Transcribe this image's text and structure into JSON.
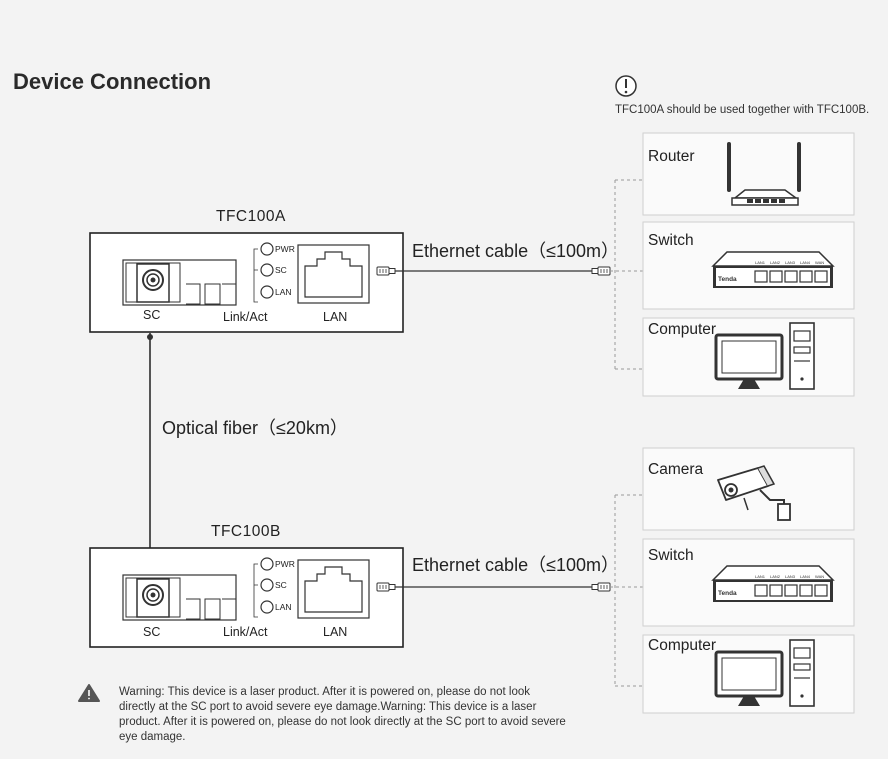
{
  "title": "Device Connection",
  "note": "TFC100A should be used together with TFC100B.",
  "devices": [
    {
      "name": "TFC100A",
      "ports": {
        "sc": "SC",
        "link": "Link/Act",
        "lan": "LAN"
      },
      "leds": [
        "PWR",
        "SC",
        "LAN"
      ],
      "cable": "Ethernet cable（≤100m）",
      "endpoints": [
        "Router",
        "Switch",
        "Computer"
      ]
    },
    {
      "name": "TFC100B",
      "ports": {
        "sc": "SC",
        "link": "Link/Act",
        "lan": "LAN"
      },
      "leds": [
        "PWR",
        "SC",
        "LAN"
      ],
      "cable": "Ethernet cable（≤100m）",
      "endpoints": [
        "Camera",
        "Switch",
        "Computer"
      ]
    }
  ],
  "fiber_label": "Optical fiber（≤20km）",
  "switch_brand": "Tenda",
  "switch_ports": [
    "LAN1",
    "LAN2",
    "LAN3",
    "LAN4",
    "WAN"
  ],
  "warning": "Warning: This device is a laser product. After it is powered on, please do not look directly at the SC port to avoid severe eye damage.Warning: This device is a laser product. After it is powered on, please do not look directly at the SC port to avoid severe eye damage.",
  "icons": [
    "info-icon",
    "warning-icon",
    "router-icon",
    "switch-icon",
    "computer-icon",
    "camera-icon",
    "rj45-plug-icon",
    "sc-port-icon",
    "lan-port-icon"
  ],
  "colors": {
    "background": "#f3f3f3",
    "line": "#222222",
    "card_border": "#cfcfcf",
    "dashed": "#9a9a9a"
  }
}
